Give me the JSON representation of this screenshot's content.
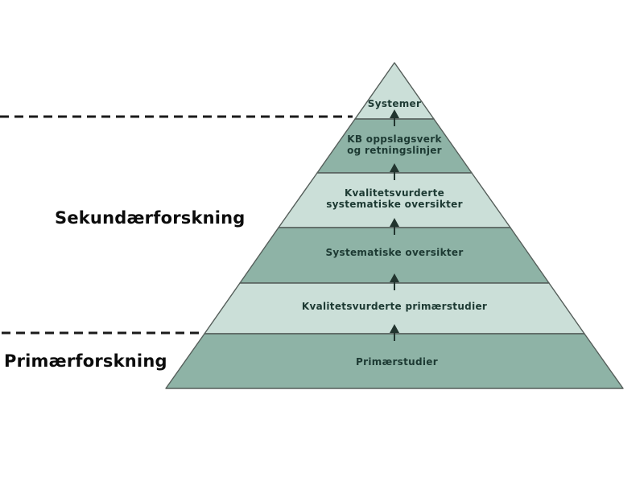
{
  "pyramid": {
    "levels": [
      {
        "label": "Systemer",
        "fill": "#cbdfd8"
      },
      {
        "label": "KB oppslagsverk\nog retningslinjer",
        "fill": "#8eb3a6"
      },
      {
        "label": "Kvalitetsvurderte\nsystematiske oversikter",
        "fill": "#cbdfd8"
      },
      {
        "label": "Systematiske oversikter",
        "fill": "#8eb3a6"
      },
      {
        "label": "Kvalitetsvurderte primærstudier",
        "fill": "#cbdfd8"
      },
      {
        "label": "Primærstudier",
        "fill": "#8eb3a6"
      }
    ]
  },
  "annotations": {
    "secondary_research": "Sekundærforskning",
    "primary_research": "Primærforskning"
  },
  "icons": {
    "up_arrow": "upward arrow between pyramid levels"
  },
  "colors": {
    "level_light": "#cbdfd8",
    "level_dark": "#8eb3a6",
    "outline": "#555e5a",
    "arrow": "#22352f",
    "level_text": "#1d3a33",
    "annotation_text": "#0c0c0c",
    "dashed_line": "#1a1a1a",
    "background": "#ffffff"
  }
}
